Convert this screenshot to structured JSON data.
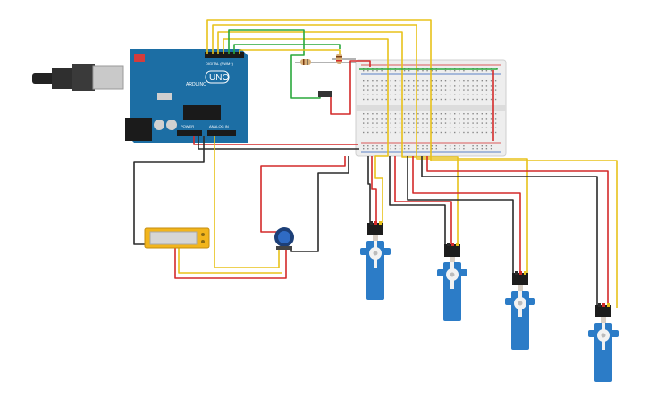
{
  "board": {
    "digital_label": "DIGITAL (PWM~)",
    "brand": "ARDUINO",
    "model": "UNO",
    "power_label": "POWER",
    "analog_label": "ANALOG IN"
  },
  "colors": {
    "board": "#1c6ea4",
    "wire_red": "#d42a2a",
    "wire_black": "#2b2b2b",
    "wire_yellow": "#e8c21a",
    "wire_green": "#2aa83c",
    "servo": "#2c7cc7",
    "lcd": "#f2b51c"
  }
}
